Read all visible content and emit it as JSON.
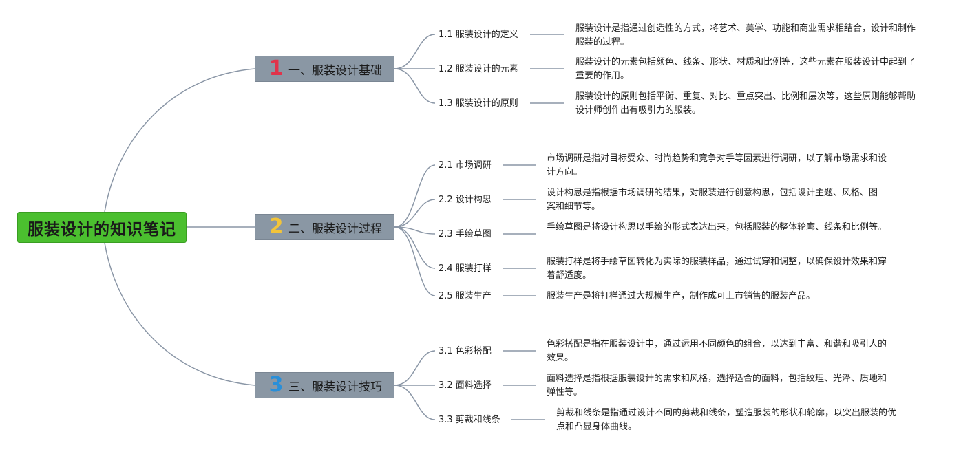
{
  "root": {
    "label": "服装设计的知识笔记"
  },
  "branches": [
    {
      "num": "1",
      "num_color": "#e0334a",
      "label": "一、服装设计基础",
      "items": [
        {
          "title": "1.1 服装设计的定义",
          "desc": "服装设计是指通过创造性的方式，将艺术、美学、功能和商业需求相结合，设计和制作服装的过程。"
        },
        {
          "title": "1.2 服装设计的元素",
          "desc": "服装设计的元素包括颜色、线条、形状、材质和比例等，这些元素在服装设计中起到了重要的作用。"
        },
        {
          "title": "1.3 服装设计的原则",
          "desc": "服装设计的原则包括平衡、重复、对比、重点突出、比例和层次等，这些原则能够帮助设计师创作出有吸引力的服装。"
        }
      ]
    },
    {
      "num": "2",
      "num_color": "#f2c43a",
      "label": "二、服装设计过程",
      "items": [
        {
          "title": "2.1 市场调研",
          "desc": "市场调研是指对目标受众、时尚趋势和竞争对手等因素进行调研，以了解市场需求和设计方向。"
        },
        {
          "title": "2.2 设计构思",
          "desc": "设计构思是指根据市场调研的结果，对服装进行创意构思，包括设计主题、风格、图案和细节等。"
        },
        {
          "title": "2.3 手绘草图",
          "desc": "手绘草图是将设计构思以手绘的形式表达出来，包括服装的整体轮廓、线条和比例等。"
        },
        {
          "title": "2.4 服装打样",
          "desc": "服装打样是将手绘草图转化为实际的服装样品，通过试穿和调整，以确保设计效果和穿着舒适度。"
        },
        {
          "title": "2.5 服装生产",
          "desc": "服装生产是将打样通过大规模生产，制作成可上市销售的服装产品。"
        }
      ]
    },
    {
      "num": "3",
      "num_color": "#2a8fd8",
      "label": "三、服装设计技巧",
      "items": [
        {
          "title": "3.1 色彩搭配",
          "desc": "色彩搭配是指在服装设计中，通过运用不同颜色的组合，以达到丰富、和谐和吸引人的效果。"
        },
        {
          "title": "3.2 面料选择",
          "desc": "面料选择是指根据服装设计的需求和风格，选择适合的面料，包括纹理、光泽、质地和弹性等。"
        },
        {
          "title": "3.3 剪裁和线条",
          "desc": "剪裁和线条是指通过设计不同的剪裁和线条，塑造服装的形状和轮廓，以突出服装的优点和凸显身体曲线。"
        }
      ]
    }
  ],
  "colors": {
    "line": "#8a96a6",
    "root_bg": "#4bbf2f",
    "branch_bg": "#8a97a4"
  }
}
